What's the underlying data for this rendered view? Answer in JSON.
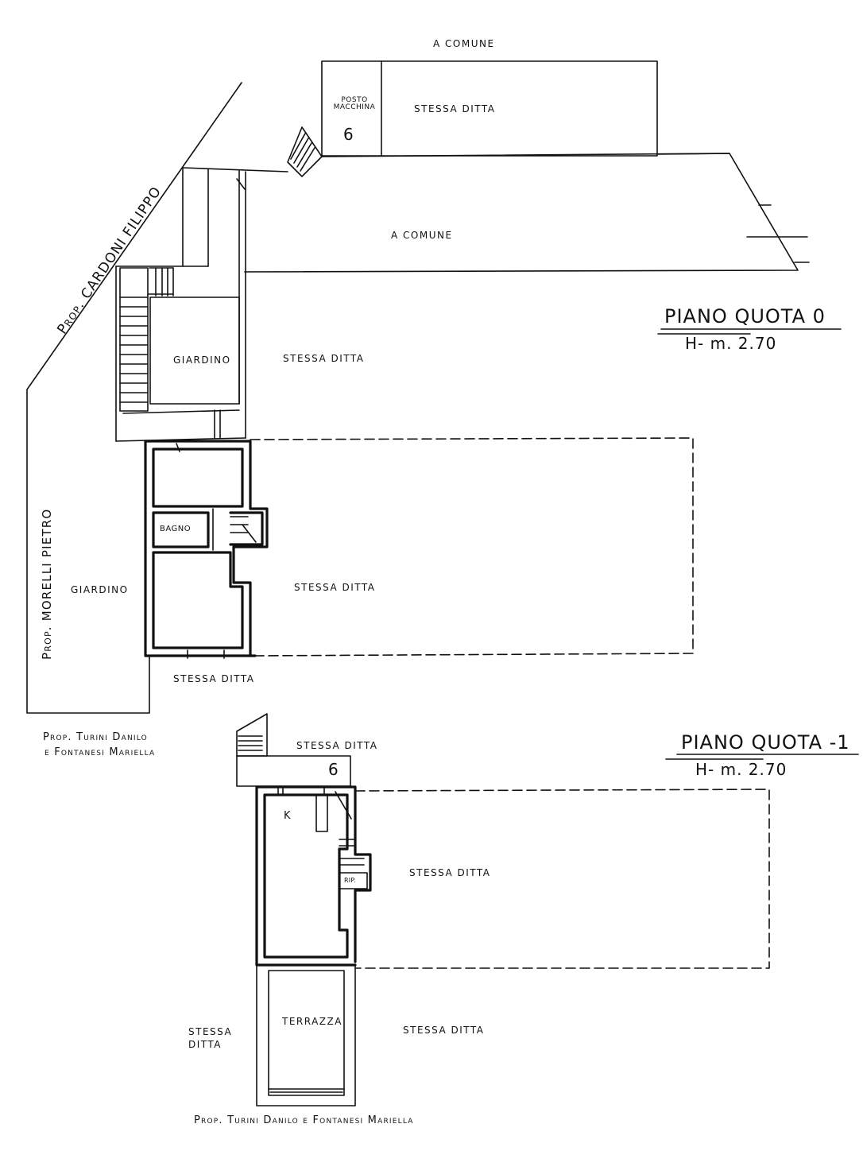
{
  "labels": {
    "a_comune_top": "A COMUNE",
    "posto_macchina": "POSTO MACCHINA",
    "posto_number": "6",
    "stessa_ditta_top": "STESSA DITTA",
    "a_comune_middle": "A COMUNE",
    "prop_cardoni": "Prop. CARDONI FILIPPO",
    "giardino_upper": "GIARDINO",
    "stessa_ditta_upper": "STESSA DITTA",
    "piano_quota_0": "PIANO QUOTA 0",
    "height_0": "H- m. 2.70",
    "bagno": "BAGNO",
    "prop_morelli": "Prop. MORELLI PIETRO",
    "giardino_left": "GIARDINO",
    "stessa_ditta_mid": "STESSA DITTA",
    "stessa_ditta_below_house": "STESSA DITTA",
    "prop_turini_1_line1": "Prop. Turini Danilo",
    "prop_turini_1_line2": "e Fontanesi Mariella",
    "stessa_ditta_lower_top": "STESSA DITTA",
    "piano_quota_1": "PIANO QUOTA -1",
    "height_1": "H- m. 2.70",
    "lower_number": "6",
    "k": "K",
    "rip": "RIP.",
    "stessa_ditta_lower_right": "STESSA DITTA",
    "terrazza": "TERRAZZA",
    "stessa_ditta_lower_left": "STESSA DITTA",
    "stessa_ditta_lower_bottom_right": "STESSA DITTA",
    "prop_turini_2": "Prop. Turini Danilo e Fontanesi Mariella"
  }
}
